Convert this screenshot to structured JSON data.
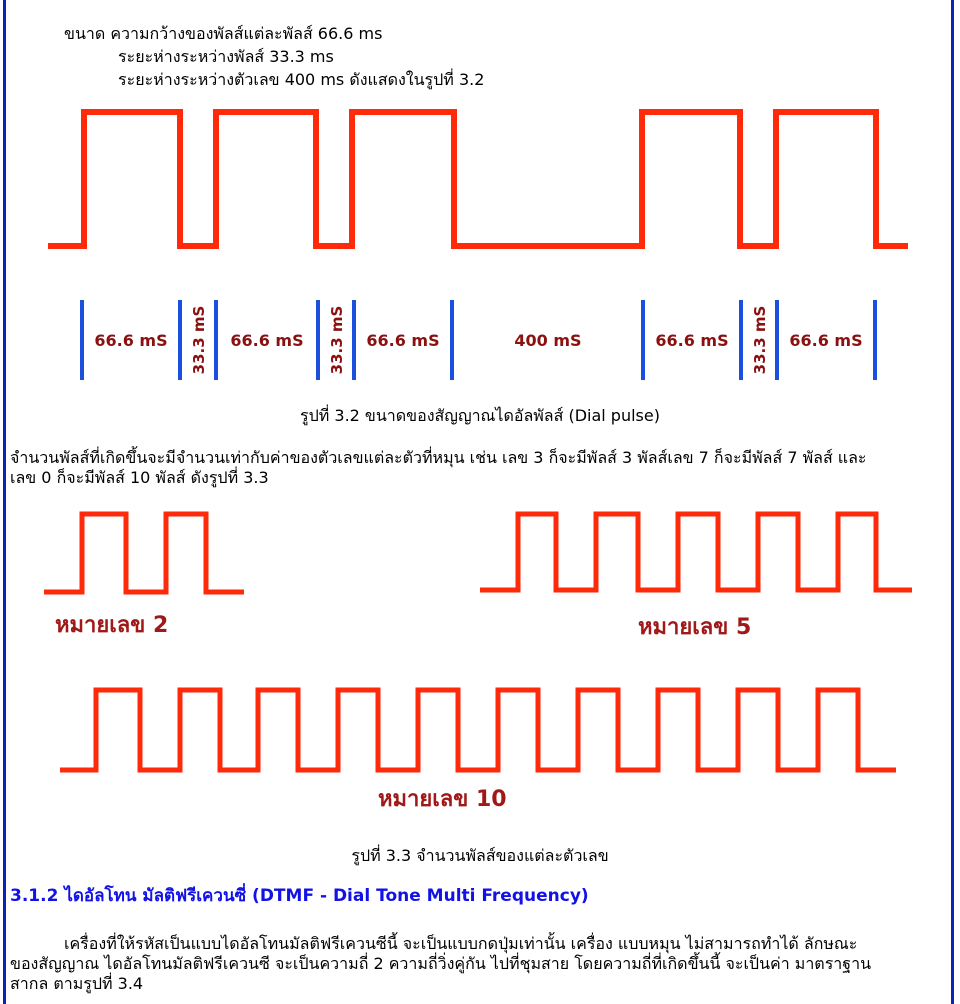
{
  "spec": {
    "line1": "ขนาด ความกว้างของพัลส์แต่ละพัลส์ 66.6 ms",
    "line2": "ระยะห่างระหว่างพัลส์ 33.3 ms",
    "line3": "ระยะห่างระหว่างตัวเลข 400 ms ดังแสดงในรูปที่ 3.2"
  },
  "fig32": {
    "labels": [
      "66.6 mS",
      "33.3 mS",
      "66.6 mS",
      "33.3 mS",
      "66.6 mS",
      "400 mS",
      "66.6 mS",
      "33.3 mS",
      "66.6 mS"
    ],
    "caption": "รูปที่ 3.2 ขนาดของสัญญาณไดอัลพัลส์ (Dial pulse)"
  },
  "para1": {
    "line1": "จำนวนพัลส์ที่เกิดขึ้นจะมีจำนวนเท่ากับค่าของตัวเลขแต่ละตัวที่หมุน เช่น เลข 3 ก็จะมีพัลส์ 3 พัลส์เลข 7 ก็จะมีพัลส์ 7 พัลส์ และ",
    "line2": "เลข 0 ก็จะมีพัลส์ 10 พัลส์ ดังรูปที่ 3.3"
  },
  "fig33": {
    "label2": "หมายเลข 2",
    "label5": "หมายเลข 5",
    "label10": "หมายเลข 10",
    "caption": "รูปที่ 3.3 จำนวนพัลส์ของแต่ละตัวเลข"
  },
  "section": {
    "heading": "3.1.2 ไดอัลโทน มัลติฟรีเควนซี่ (DTMF - Dial Tone Multi Frequency)",
    "line1": "เครื่องที่ให้รหัสเป็นแบบไดอัลโทนมัลติฟรีเควนซีนี้ จะเป็นแบบกดปุ่มเท่านั้น เครื่อง แบบหมุน ไม่สามารถทำได้ ลักษณะ",
    "line2": "ของสัญญาณ ไดอัลโทนมัลติฟรีเควนซี จะเป็นความถี่ 2 ความถี่วิ่งคู่กัน ไปที่ชุมสาย โดยความถี่ที่เกิดขึ้นนี้ จะเป็นค่า มาตราฐาน",
    "line3": "สากล ตามรูปที่ 3.4"
  },
  "colors": {
    "pulse": "#ff2a0a",
    "marker": "#1a4fe0",
    "frame": "#0b23b4",
    "heading": "#1212e6"
  }
}
